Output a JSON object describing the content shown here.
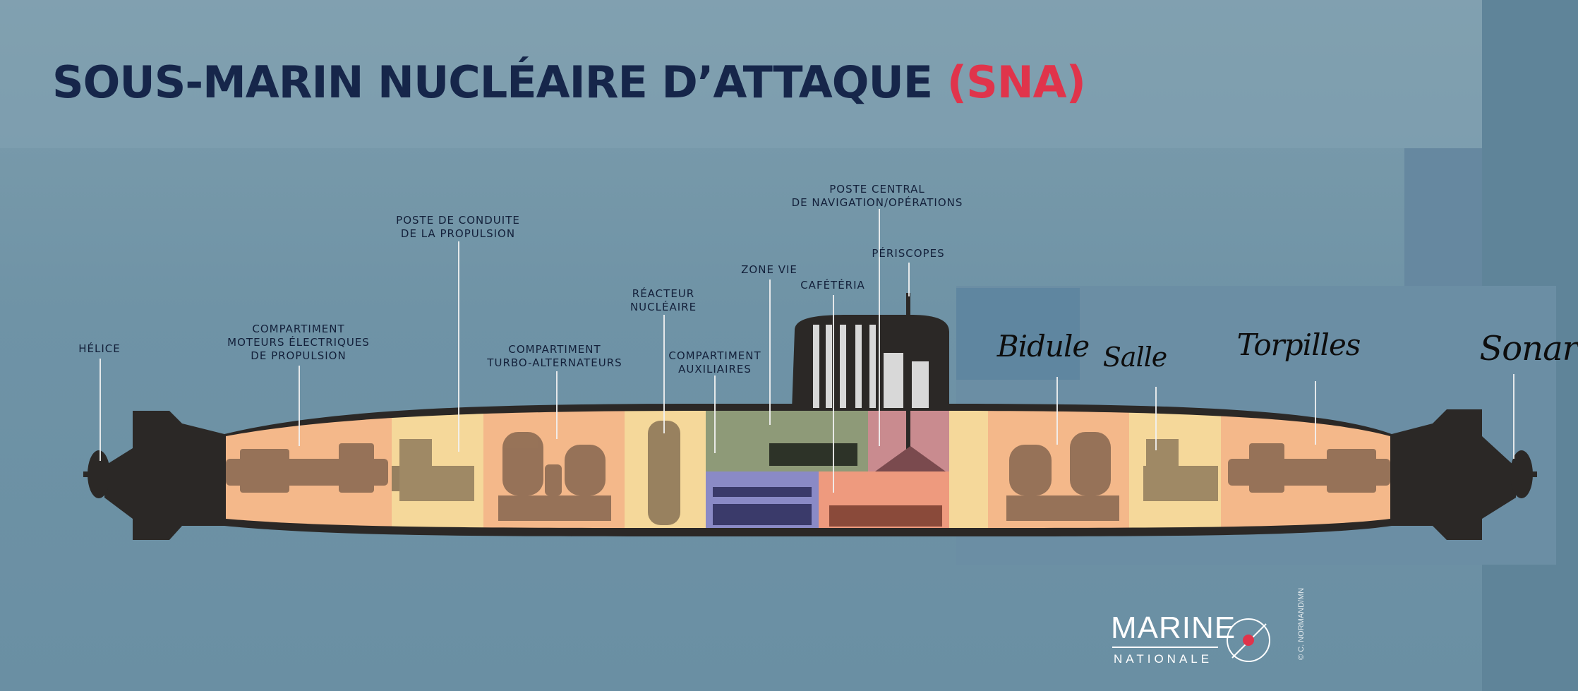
{
  "title": {
    "main": "SOUS-MARIN NUCLÉAIRE D’ATTAQUE",
    "acronym": "(SNA)"
  },
  "labels": {
    "helice": [
      "HÉLICE"
    ],
    "moteurs": [
      "COMPARTIMENT",
      "MOTEURS ÉLECTRIQUES",
      "DE PROPULSION"
    ],
    "conduite": [
      "POSTE DE CONDUITE",
      "DE LA PROPULSION"
    ],
    "turbo": [
      "COMPARTIMENT",
      "TURBO-ALTERNATEURS"
    ],
    "reacteur": [
      "RÉACTEUR",
      "NUCLÉAIRE"
    ],
    "auxiliaires": [
      "COMPARTIMENT",
      "AUXILIAIRES"
    ],
    "zone_vie": [
      "ZONE VIE"
    ],
    "cafeteria": [
      "CAFÉTÉRIA"
    ],
    "poste_central": [
      "POSTE CENTRAL",
      "DE NAVIGATION/OPÉRATIONS"
    ],
    "periscopes": [
      "PÉRISCOPES"
    ]
  },
  "handwritten": {
    "bidule": "Bidule",
    "salle": "Salle",
    "torpilles": "Torpilles",
    "sonar": "Sonar"
  },
  "logo": {
    "word": "MARINE",
    "sub": "NATIONALE",
    "credit": "© C. NORMAND/MN"
  },
  "colors": {
    "title": "#16264a",
    "acronym": "#e0344b",
    "hull": "#2b2826",
    "peach": "#f4b88a",
    "cream": "#f5d89a",
    "green": "#8e9a78",
    "purple": "#8a8ac6",
    "salmon": "#ee9a7e",
    "rose": "#c98b8f"
  }
}
